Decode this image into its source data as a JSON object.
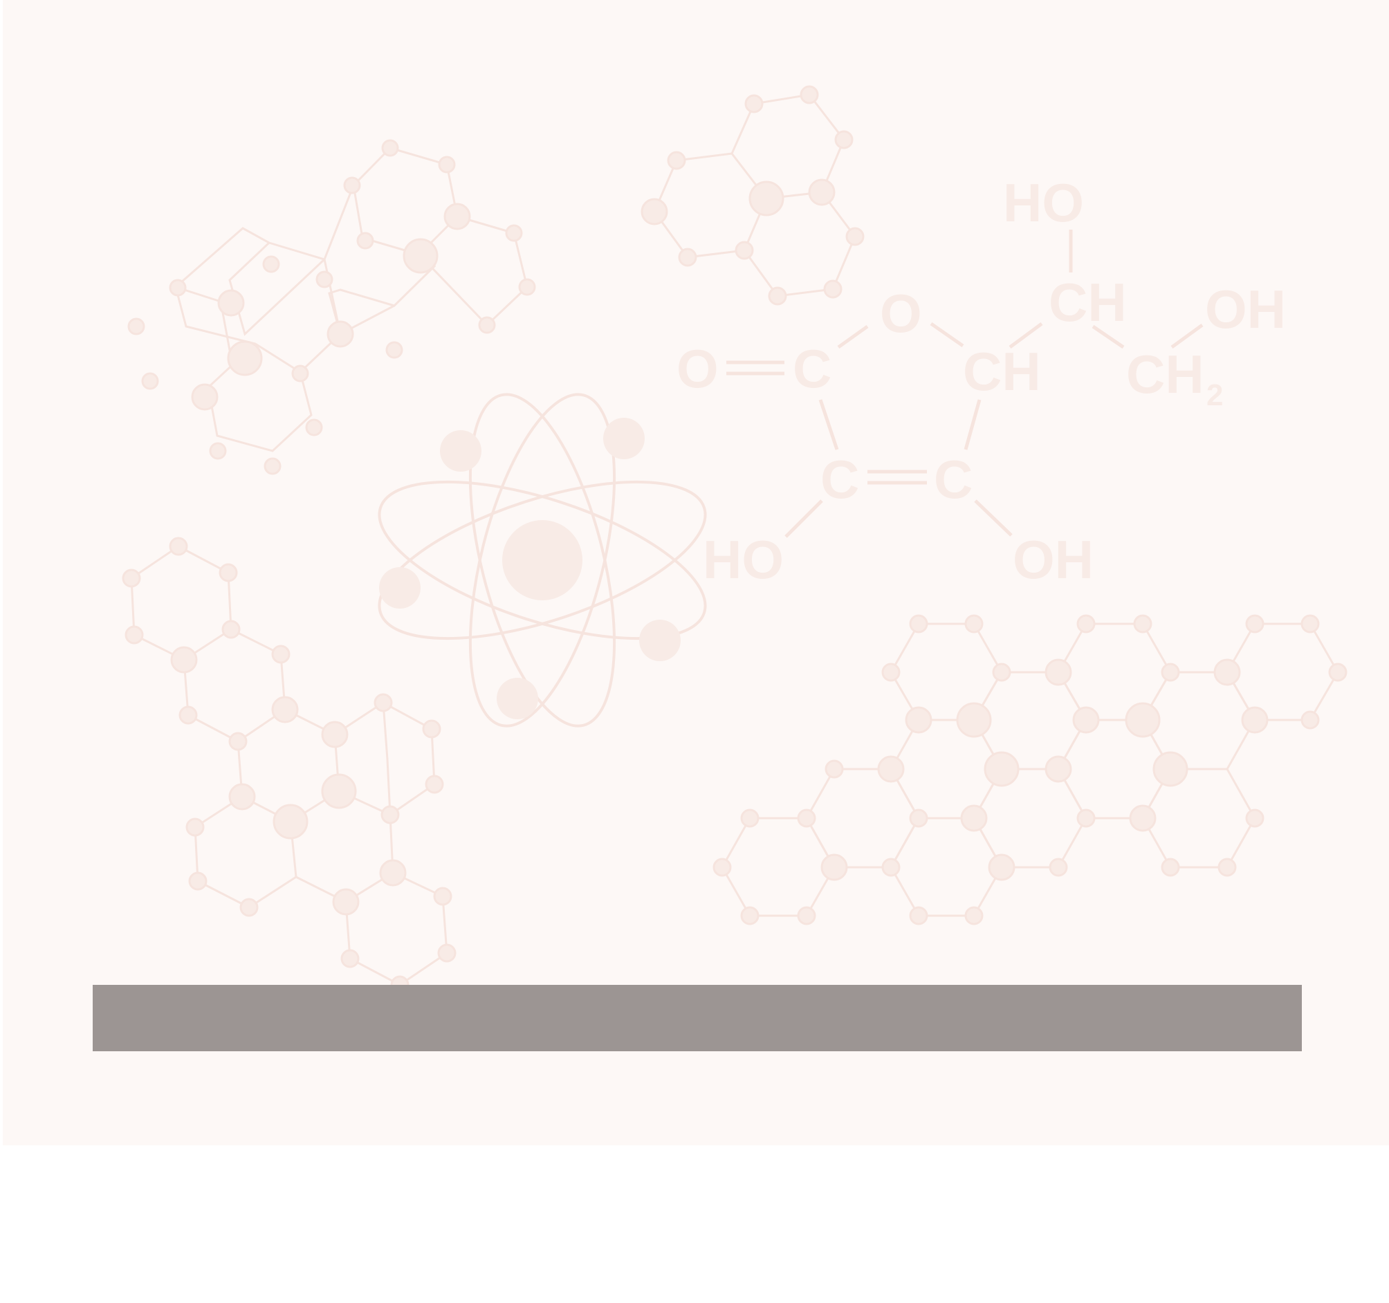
{
  "colors": {
    "background": "#fdf8f6",
    "motif": "#f8ebe6",
    "motif_line": "#f6e4de",
    "bar": "#9c9593"
  },
  "formula": {
    "ring_oxygen": "O",
    "carbonyl_oxygen": "O",
    "c1": "C",
    "c4": "CH",
    "c2": "C",
    "c3": "C",
    "ho_left": "HO",
    "oh_right": "OH",
    "side_ch": "CH",
    "side_ho": "HO",
    "side_ch2": "CH",
    "side_ch2_sub": "2",
    "side_oh": "OH"
  },
  "icons": [
    "hexagon-molecule-icon",
    "atom-icon",
    "ascorbic-acid-formula-icon"
  ]
}
